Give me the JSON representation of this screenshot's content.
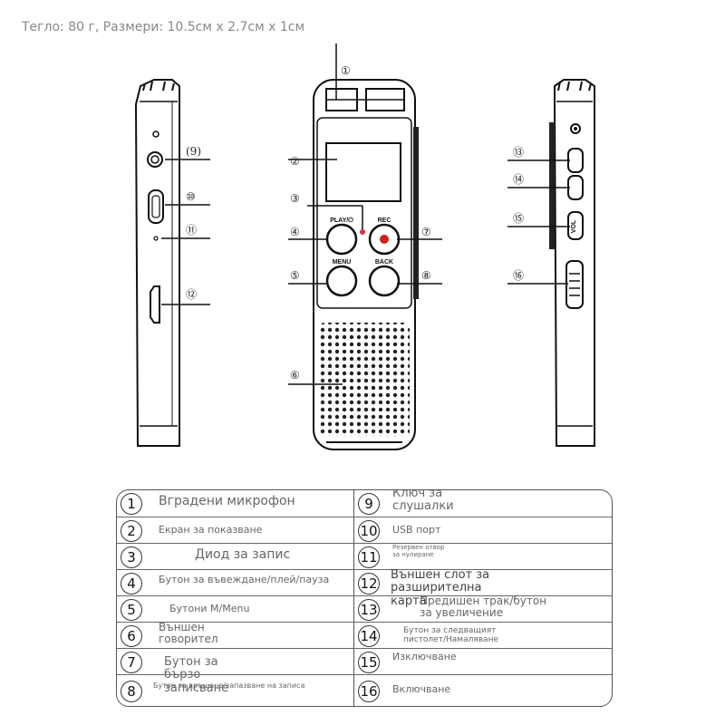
{
  "caption": "Тегло: 80 г, Размери: 10.5см x 2.7см x 1см",
  "callouts": [
    "①",
    "②",
    "③",
    "④",
    "⑤",
    "⑥",
    "⑦",
    "⑧",
    "(9)",
    "⑩",
    "⑪",
    "⑫",
    "⑬",
    "⑭",
    "⑮",
    "⑯"
  ],
  "buttons": {
    "play": "PLAY/⏻",
    "rec": "REC",
    "menu": "MENU",
    "back": "BACK",
    "vol": "VOL"
  },
  "legend": [
    {
      "num": "1",
      "text": "Вградени микрофон"
    },
    {
      "num": "2",
      "text": "Екран за показване"
    },
    {
      "num": "3",
      "text": "Диод за запис"
    },
    {
      "num": "4",
      "text": "Бутон за въвеждане/плей/пауза"
    },
    {
      "num": "5",
      "text": "Бутони M/Menu"
    },
    {
      "num": "6",
      "text": "Външен говорител"
    },
    {
      "num": "7",
      "text": "Бутон за бързо записване"
    },
    {
      "num": "8",
      "text": "Бутон за връщане/запазване на записа"
    },
    {
      "num": "9",
      "text": "Ключ за слушалки"
    },
    {
      "num": "10",
      "text": "USB порт"
    },
    {
      "num": "11",
      "text": "Резервен отвор за нулиране"
    },
    {
      "num": "12",
      "text": "Външен слот за разширителна карта"
    },
    {
      "num": "13",
      "text": "Предишен трак/бутон за увеличение"
    },
    {
      "num": "14",
      "text": "Бутон за следващият пистолет/Намаляване"
    },
    {
      "num": "15",
      "text": "Изключване"
    },
    {
      "num": "16",
      "text": "Включване"
    }
  ]
}
